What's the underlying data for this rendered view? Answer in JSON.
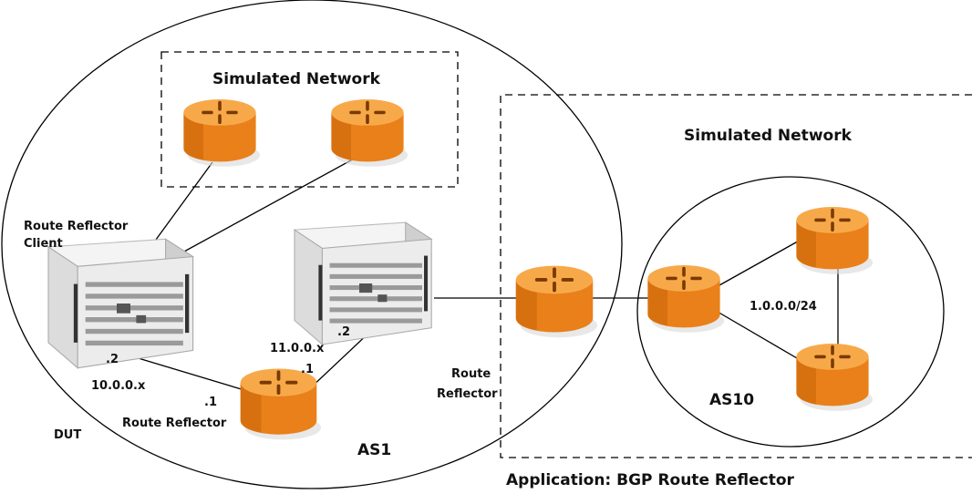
{
  "colors": {
    "router_body": "#f08c1e",
    "router_dark": "#c8640a",
    "router_top": "#f7a94a",
    "chassis": "#e9e9e9",
    "line": "#000000"
  },
  "icons": {
    "router": "router-icon",
    "chassis": "router-chassis-icon"
  },
  "labels": {
    "simulated_network_left": "Simulated Network",
    "simulated_network_right": "Simulated Network",
    "rr_client_line1": "Route Reflector",
    "rr_client_line2": "Client",
    "route_reflector_line1": "Route",
    "route_reflector_line2": "Reflector",
    "route_reflector_bottom": "Route Reflector",
    "dut": "DUT",
    "as1": "AS1",
    "as10": "AS10",
    "subnet_10": "10.0.0.x",
    "subnet_11": "11.0.0.x",
    "addr_2_left": ".2",
    "addr_1_left": ".1",
    "addr_1_mid": ".1",
    "addr_2_mid": ".2",
    "prefix": "1.0.0.0/24",
    "application": "Application: BGP Route Reflector"
  }
}
